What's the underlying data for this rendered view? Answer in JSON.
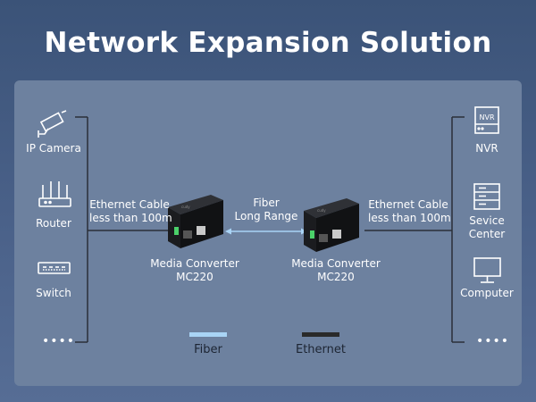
{
  "title": "Network Expansion Solution",
  "left_devices": [
    {
      "label": "IP Camera",
      "icon": "camera-icon"
    },
    {
      "label": "Router",
      "icon": "router-icon"
    },
    {
      "label": "Switch",
      "icon": "switch-icon"
    }
  ],
  "right_devices": [
    {
      "label": "NVR",
      "icon": "nvr-icon",
      "icon_text": "NVR"
    },
    {
      "label": "Sevice Center",
      "icon": "server-icon"
    },
    {
      "label": "Computer",
      "icon": "computer-icon"
    }
  ],
  "more": "••••",
  "left_cable": {
    "line1": "Ethernet Cable",
    "line2": "less than 100m"
  },
  "right_cable": {
    "line1": "Ethernet Cable",
    "line2": "less than 100m"
  },
  "fiber": {
    "line1": "Fiber",
    "line2": "Long Range"
  },
  "converters": [
    {
      "line1": "Media Converter",
      "line2": "MC220"
    },
    {
      "line1": "Media Converter",
      "line2": "MC220"
    }
  ],
  "legend": {
    "fiber": "Fiber",
    "ethernet": "Ethernet"
  },
  "colors": {
    "fiber": "#a9d4f5",
    "ethernet": "#2a2a2a",
    "panel": "#6d819f"
  }
}
